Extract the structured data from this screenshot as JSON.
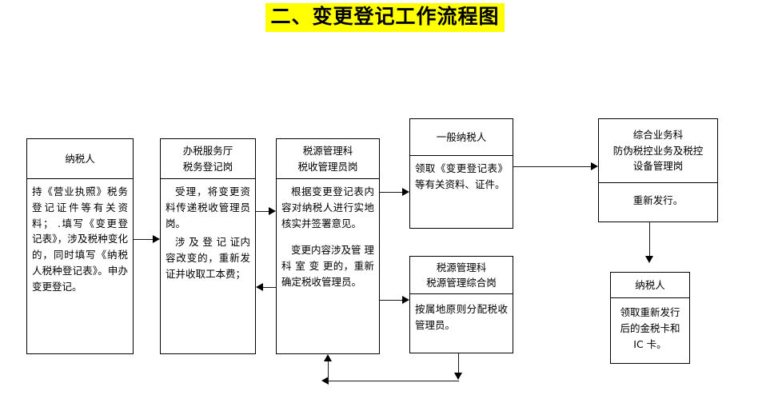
{
  "title": "二、变更登记工作流程图",
  "title_highlight_color": "#ffff00",
  "line_color": "#000000",
  "boxes": [
    {
      "id": "taxpayer-start",
      "header": "纳税人",
      "body": "持《营业执照》税务 登记证件等有关资料； .填写《变更登记表》，涉及税种变化的，同时填写《纳税人税种登记表》。申办变更登记。"
    },
    {
      "id": "tax-service-hall",
      "header": "办税服务厅\n税务登记岗",
      "body1": "受理，将变更资料传递税收管理员岗。",
      "body2": "涉 及 登 记 证内容改变的，重新发证并收取工本费；"
    },
    {
      "id": "tax-source-admin",
      "header": "税源管理科\n税收管理员岗",
      "body1": "根据变更登记表内容对纳税人进行实地核实并签署意见。",
      "body2": "变更内容涉及管 理 科 室 变 更的，重新确定税收管理员。"
    },
    {
      "id": "general-taxpayer",
      "header": "一般纳税人",
      "body": "领取《变更登记表》等有关资料、证件。"
    },
    {
      "id": "tax-source-general-post",
      "header": "税源管理科\n税源管理综合岗",
      "body": "按属地原则分配税收管理员。"
    },
    {
      "id": "comprehensive-business",
      "header": "综合业务科\n防伪税控业务及税控\n设备管理岗",
      "body": "重新发行。"
    },
    {
      "id": "taxpayer-end",
      "header": "纳税人",
      "body": "领取重新发行后的金税卡和 IC 卡。"
    }
  ]
}
